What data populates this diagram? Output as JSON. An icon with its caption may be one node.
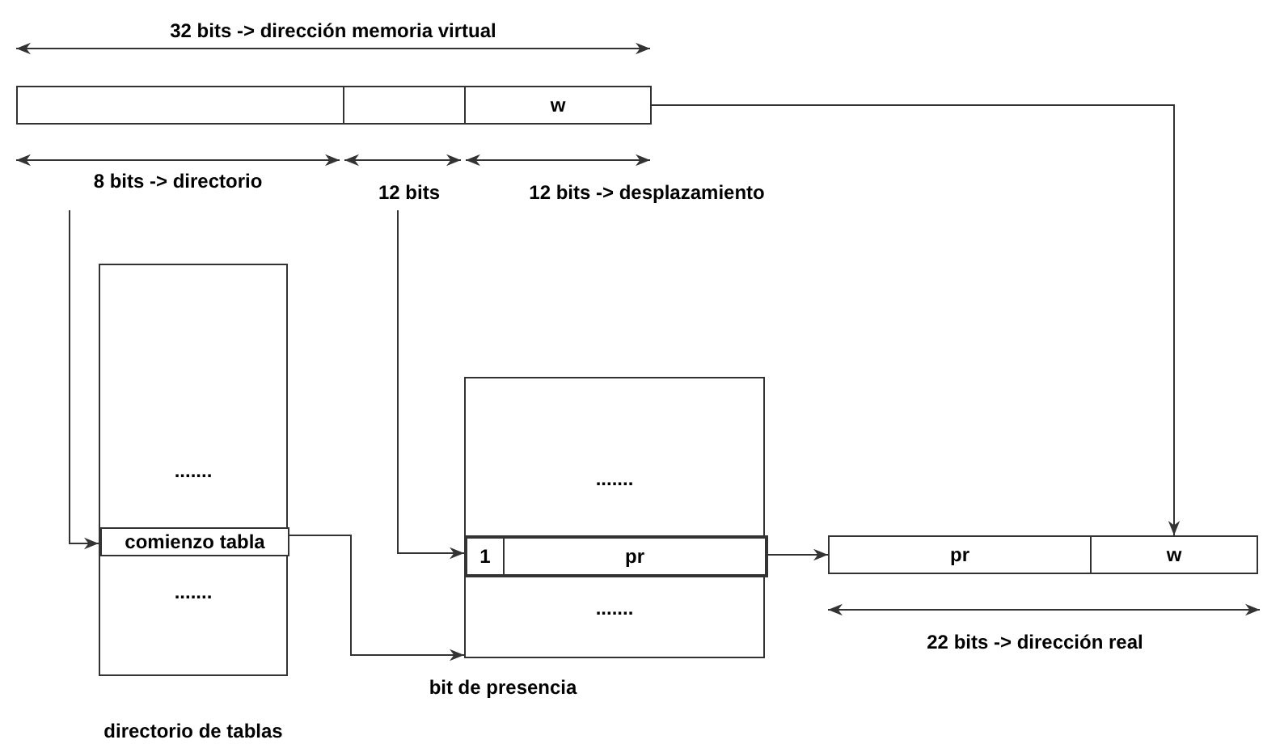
{
  "diagram": {
    "nodes": [
      {
        "text": [],
        "shape": "box"
      },
      {
        "text": [],
        "shape": "box"
      },
      {
        "text": [
          "w"
        ]
      },
      {
        "text": [
          ".......",
          "......."
        ],
        "beside": [
          "directorio de tablas"
        ]
      },
      {
        "text": [
          "comienzo tabla"
        ],
        "in": 3
      },
      {
        "text": [
          ".......",
          "......."
        ]
      },
      {
        "text": [],
        "shape": "box",
        "in": 5
      },
      {
        "text": [
          "1"
        ],
        "in": 6
      },
      {
        "text": [
          "pr"
        ],
        "in": 6
      },
      {
        "text": [
          "pr"
        ]
      },
      {
        "text": [
          "w"
        ]
      },
      {
        "text": [
          "8 bits -> directorio"
        ]
      },
      {
        "text": [
          "12 bits"
        ]
      }
    ],
    "edges": [
      {
        "from": 11,
        "to": 4,
        "arrow": "to"
      },
      {
        "from": 12,
        "to": 7,
        "arrow": "to"
      },
      {
        "from": 2,
        "to": 10,
        "arrow": "to"
      },
      {
        "from": 4,
        "to": 5,
        "arrow": "to"
      },
      {
        "from": 6,
        "to": 9,
        "arrow": "to"
      }
    ],
    "labels": [
      "32 bits -> dirección memoria virtual",
      "12 bits -> desplazamiento",
      "bit de presencia",
      "22 bits -> dirección real"
    ]
  }
}
